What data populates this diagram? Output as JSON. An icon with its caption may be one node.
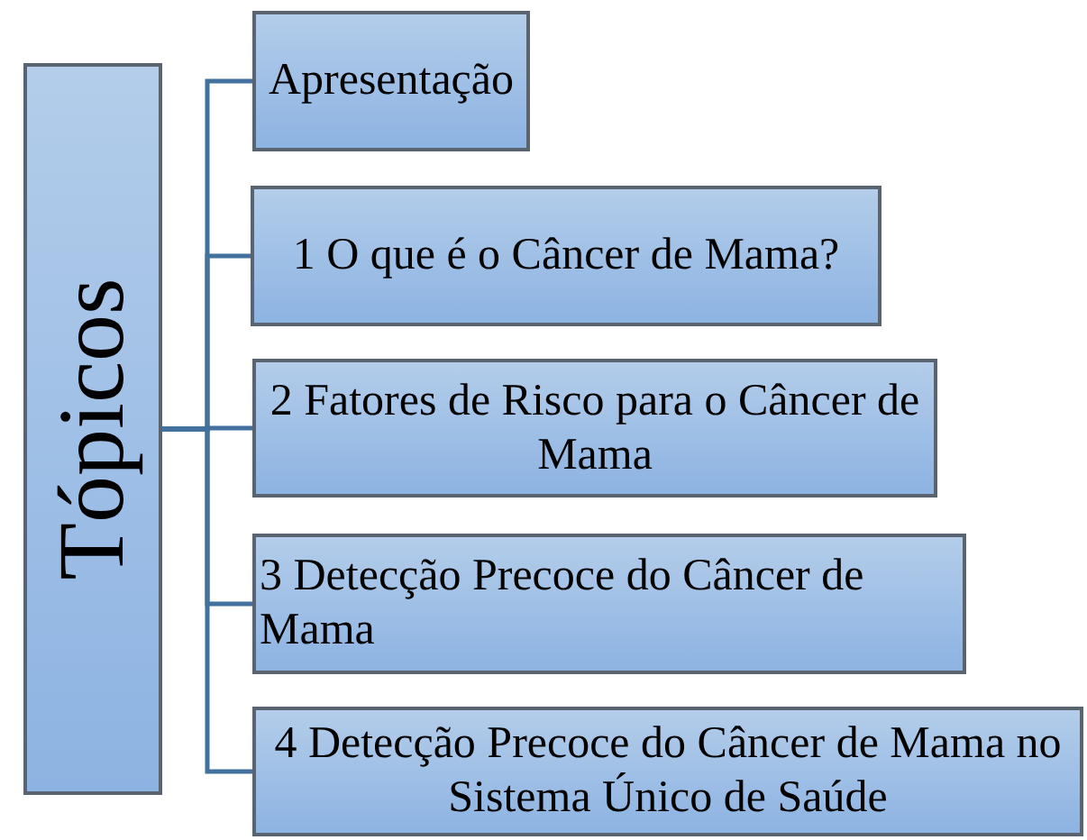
{
  "diagram": {
    "nodes": [
      {
        "text": [
          "Tópicos"
        ]
      },
      {
        "text": [
          "Apresentação"
        ]
      },
      {
        "text": [
          "1 O que é o Câncer de Mama?"
        ]
      },
      {
        "text": [
          "2 Fatores de Risco para o Câncer de Mama"
        ]
      },
      {
        "text": [
          "3 Detecção Precoce do Câncer de Mama"
        ]
      },
      {
        "text": [
          "4 Detecção Precoce do Câncer de Mama no Sistema Único de Saúde"
        ]
      }
    ],
    "edges": [
      {
        "from": 0,
        "to": 1,
        "arrow": "none"
      },
      {
        "from": 0,
        "to": 2,
        "arrow": "none"
      },
      {
        "from": 0,
        "to": 3,
        "arrow": "none"
      },
      {
        "from": 0,
        "to": 4,
        "arrow": "none"
      },
      {
        "from": 0,
        "to": 5,
        "arrow": "none"
      }
    ]
  }
}
